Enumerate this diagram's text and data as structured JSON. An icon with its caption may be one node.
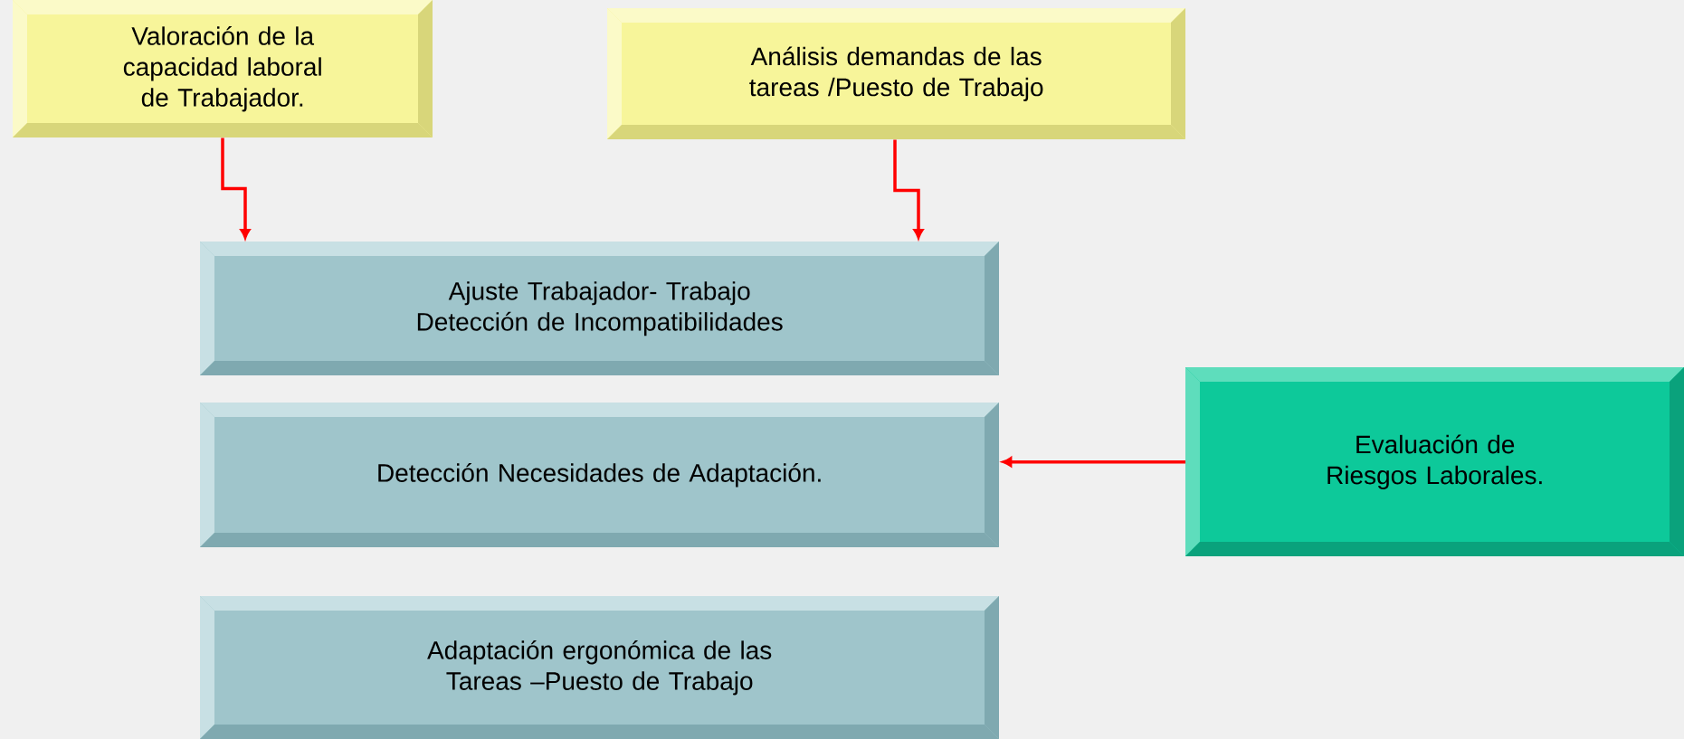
{
  "diagram": {
    "nodes": [
      {
        "text": [
          "Valoración de la capacidad laboral de Trabajador."
        ]
      },
      {
        "text": [
          "Análisis demandas de las tareas /Puesto de Trabajo"
        ]
      },
      {
        "text": [
          "Ajuste Trabajador- Trabajo",
          "Detección de Incompatibilidades"
        ]
      },
      {
        "text": [
          "Detección Necesidades de Adaptación."
        ]
      },
      {
        "text": [
          "Adaptación ergonómica de las Tareas –Puesto de Trabajo"
        ]
      },
      {
        "text": [
          "Evaluación de Riesgos Laborales."
        ]
      }
    ],
    "edges": [
      {
        "from": 0,
        "to": 2,
        "arrow": "to"
      },
      {
        "from": 1,
        "to": 2,
        "arrow": "to"
      },
      {
        "from": 5,
        "to": 3,
        "arrow": "to"
      }
    ]
  }
}
